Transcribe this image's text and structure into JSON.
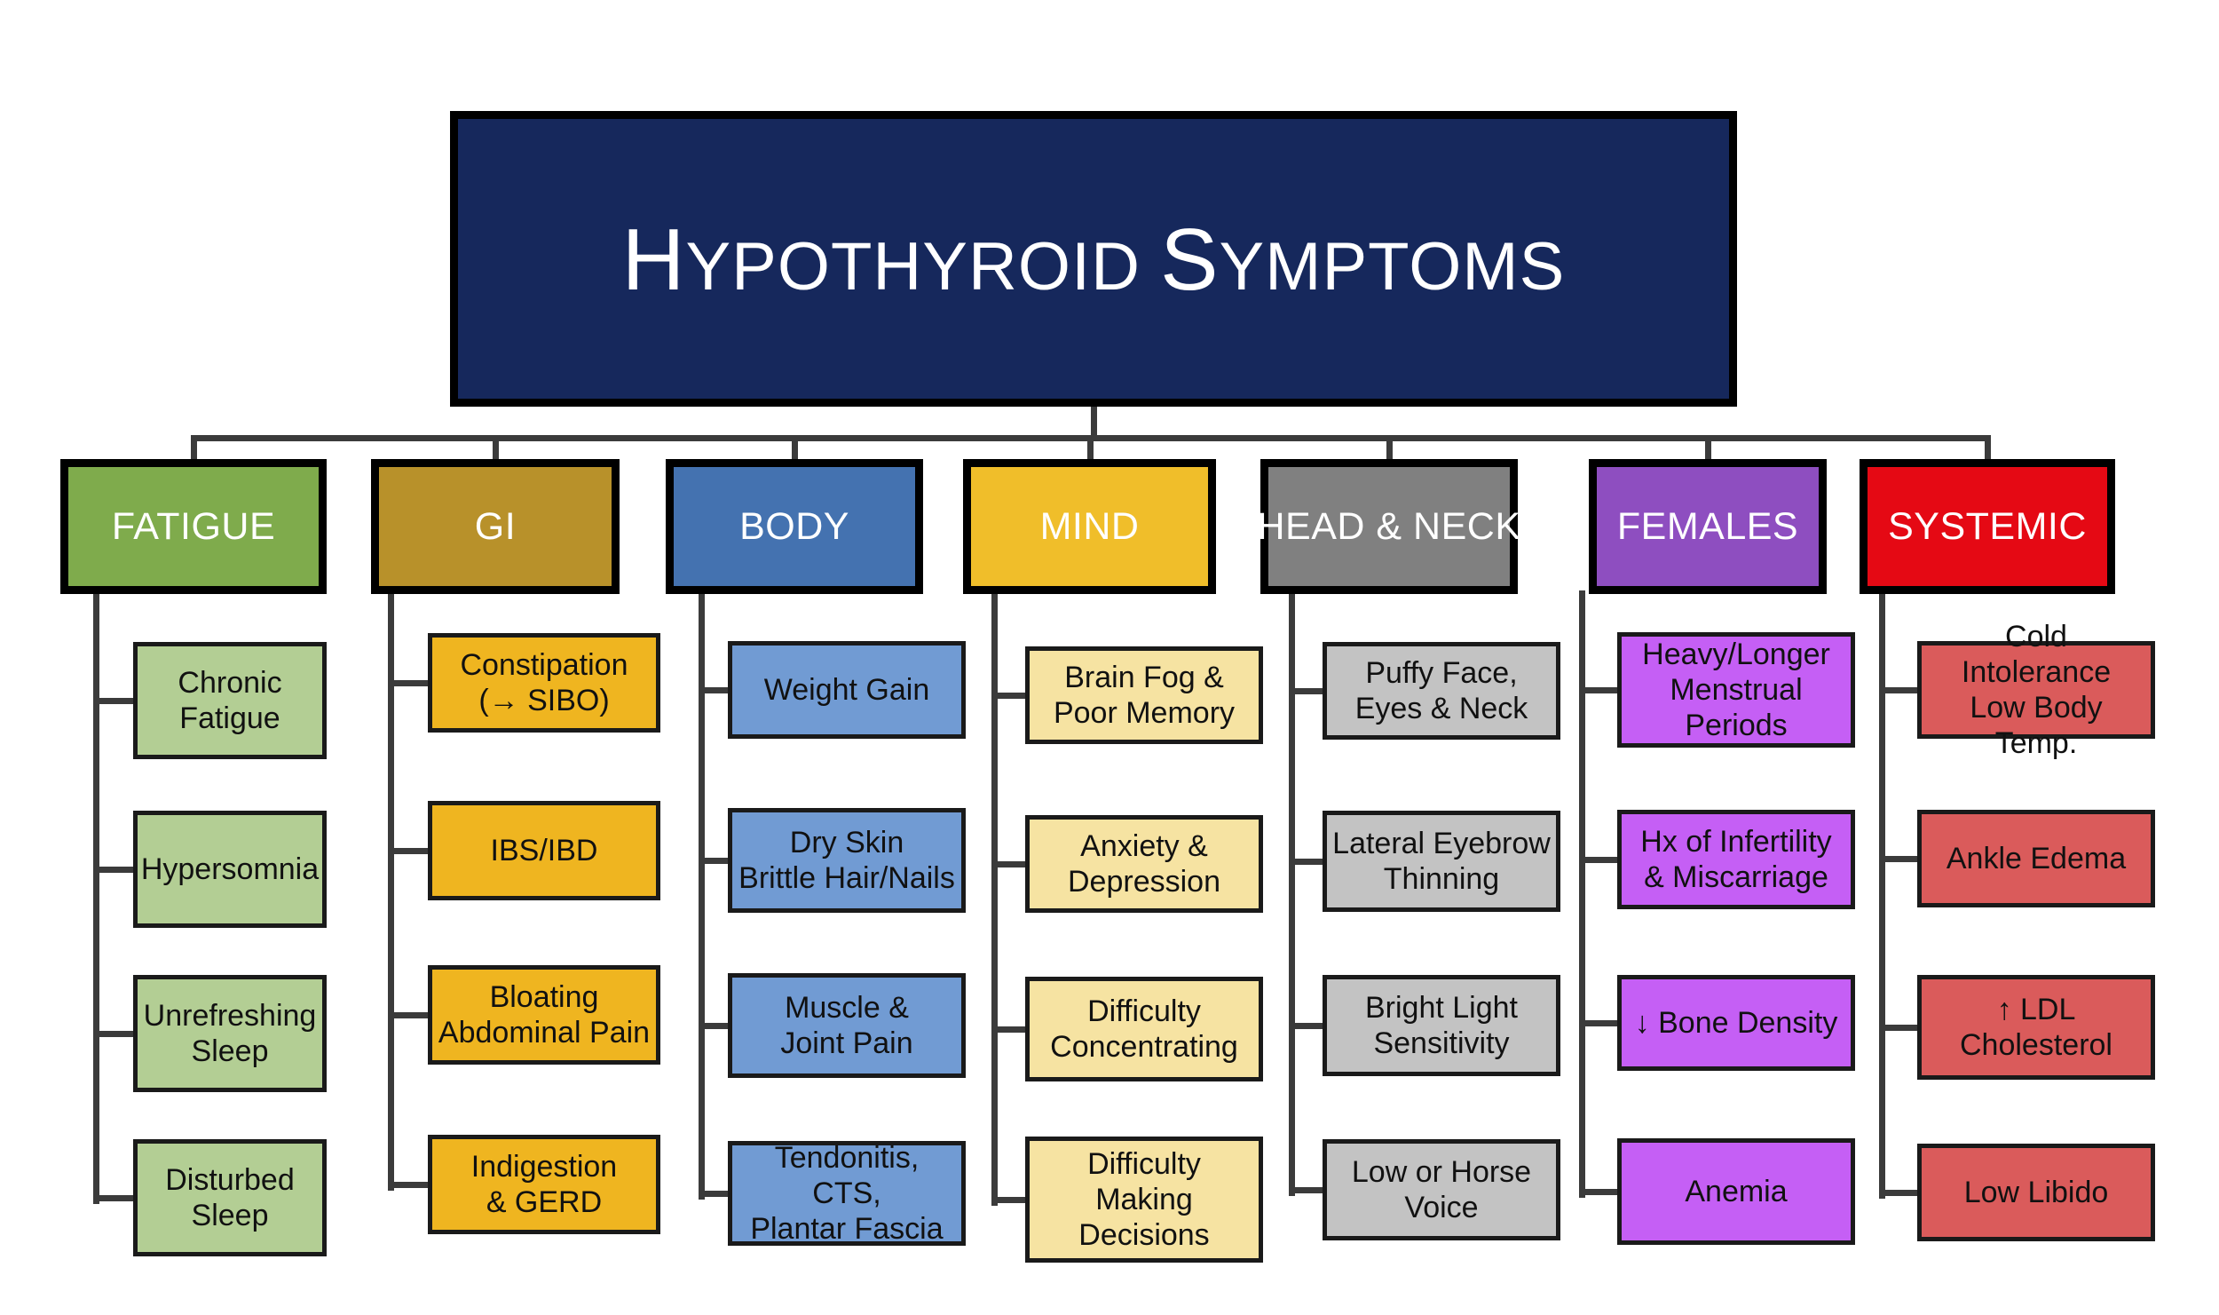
{
  "title": {
    "text": "Hypothyroid Symptoms",
    "first_word_cap": "H",
    "first_word_rest": "YPOTHYROID",
    "second_word_cap": "S",
    "second_word_rest": "YMPTOMS",
    "bg_color": "#16285C",
    "text_color": "#FFFFFF"
  },
  "colors": {
    "line": "#3B3B3B",
    "border": "#000000",
    "page_bg": "#FFFFFF"
  },
  "columns": [
    {
      "id": "fatigue",
      "header_label": "FATIGUE",
      "header_color": "#7FAB4C",
      "item_color": "#B3CE94",
      "items": [
        {
          "label": "Chronic Fatigue"
        },
        {
          "label": "Hypersomnia"
        },
        {
          "label": "Unrefreshing\nSleep"
        },
        {
          "label": "Disturbed Sleep"
        }
      ]
    },
    {
      "id": "gi",
      "header_label": "GI",
      "header_color": "#B8912A",
      "item_color": "#EFB520",
      "items": [
        {
          "label": "Constipation\n(→ SIBO)"
        },
        {
          "label": "IBS/IBD"
        },
        {
          "label": "Bloating\nAbdominal Pain"
        },
        {
          "label": "Indigestion\n& GERD"
        }
      ]
    },
    {
      "id": "body",
      "header_label": "BODY",
      "header_color": "#4472B0",
      "item_color": "#719BD3",
      "items": [
        {
          "label": "Weight Gain"
        },
        {
          "label": "Dry Skin\nBrittle Hair/Nails"
        },
        {
          "label": "Muscle &\nJoint Pain"
        },
        {
          "label": "Tendonitis, CTS,\nPlantar Fascia"
        }
      ]
    },
    {
      "id": "mind",
      "header_label": "MIND",
      "header_color": "#F0BE2A",
      "item_color": "#F6E3A2",
      "items": [
        {
          "label": "Brain Fog &\nPoor Memory"
        },
        {
          "label": "Anxiety &\nDepression"
        },
        {
          "label": "Difficulty\nConcentrating"
        },
        {
          "label": "Difficulty\nMaking\nDecisions"
        }
      ]
    },
    {
      "id": "head-and-neck",
      "header_label": "HEAD & NECK",
      "header_color": "#808080",
      "item_color": "#C3C3C3",
      "items": [
        {
          "label": "Puffy Face,\nEyes & Neck"
        },
        {
          "label": "Lateral Eyebrow\nThinning"
        },
        {
          "label": "Bright Light\nSensitivity"
        },
        {
          "label": "Low or Horse\nVoice"
        }
      ]
    },
    {
      "id": "females",
      "header_label": "FEMALES",
      "header_color": "#8E4EC0",
      "item_color": "#C55FF5",
      "items": [
        {
          "label": "Heavy/Longer\nMenstrual\nPeriods"
        },
        {
          "label": "Hx of Infertility\n& Miscarriage"
        },
        {
          "label": "↓ Bone Density"
        },
        {
          "label": "Anemia"
        }
      ]
    },
    {
      "id": "systemic",
      "header_label": "SYSTEMIC",
      "header_color": "#E50914",
      "item_color": "#DA5B5B",
      "items": [
        {
          "label": "Cold Intolerance\nLow Body Temp."
        },
        {
          "label": "Ankle Edema"
        },
        {
          "label": "↑ LDL\nCholesterol"
        },
        {
          "label": "Low Libido"
        }
      ]
    }
  ]
}
